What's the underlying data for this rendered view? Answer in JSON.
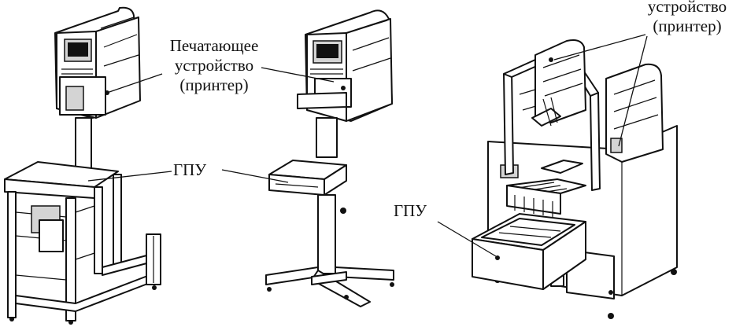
{
  "labels": {
    "printer_middle": {
      "line1": "Печатающее",
      "line2": "устройство",
      "line3": "(принтер)"
    },
    "printer_right": {
      "line1": "устройство",
      "line2": "(принтер)"
    },
    "gpu_left": "ГПУ",
    "gpu_right": "ГПУ"
  },
  "colors": {
    "ink": "#111111",
    "paper": "#ffffff",
    "shade": "#cfcfcf"
  }
}
